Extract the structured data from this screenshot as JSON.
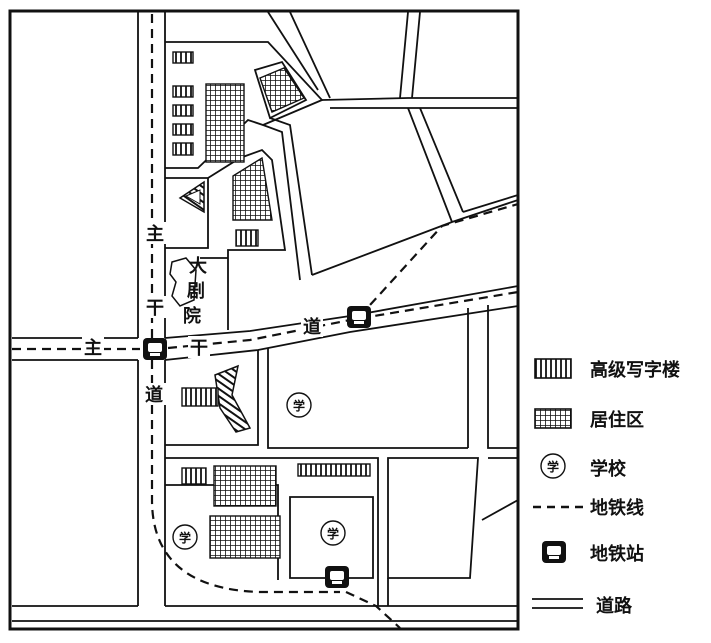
{
  "map": {
    "road_labels": {
      "main_road_v": [
        "主",
        "干",
        "道"
      ],
      "main_road_h": [
        "主",
        "干",
        "道"
      ],
      "theater": [
        "大",
        "剧",
        "院"
      ]
    },
    "school_mark": "学"
  },
  "legend": {
    "items": [
      {
        "label": "高级写字楼"
      },
      {
        "label": "居住区"
      },
      {
        "label": "学校"
      },
      {
        "label": "地铁线"
      },
      {
        "label": "地铁站"
      },
      {
        "label": "道路"
      }
    ]
  },
  "colors": {
    "ink": "#111111",
    "paper": "#ffffff"
  }
}
